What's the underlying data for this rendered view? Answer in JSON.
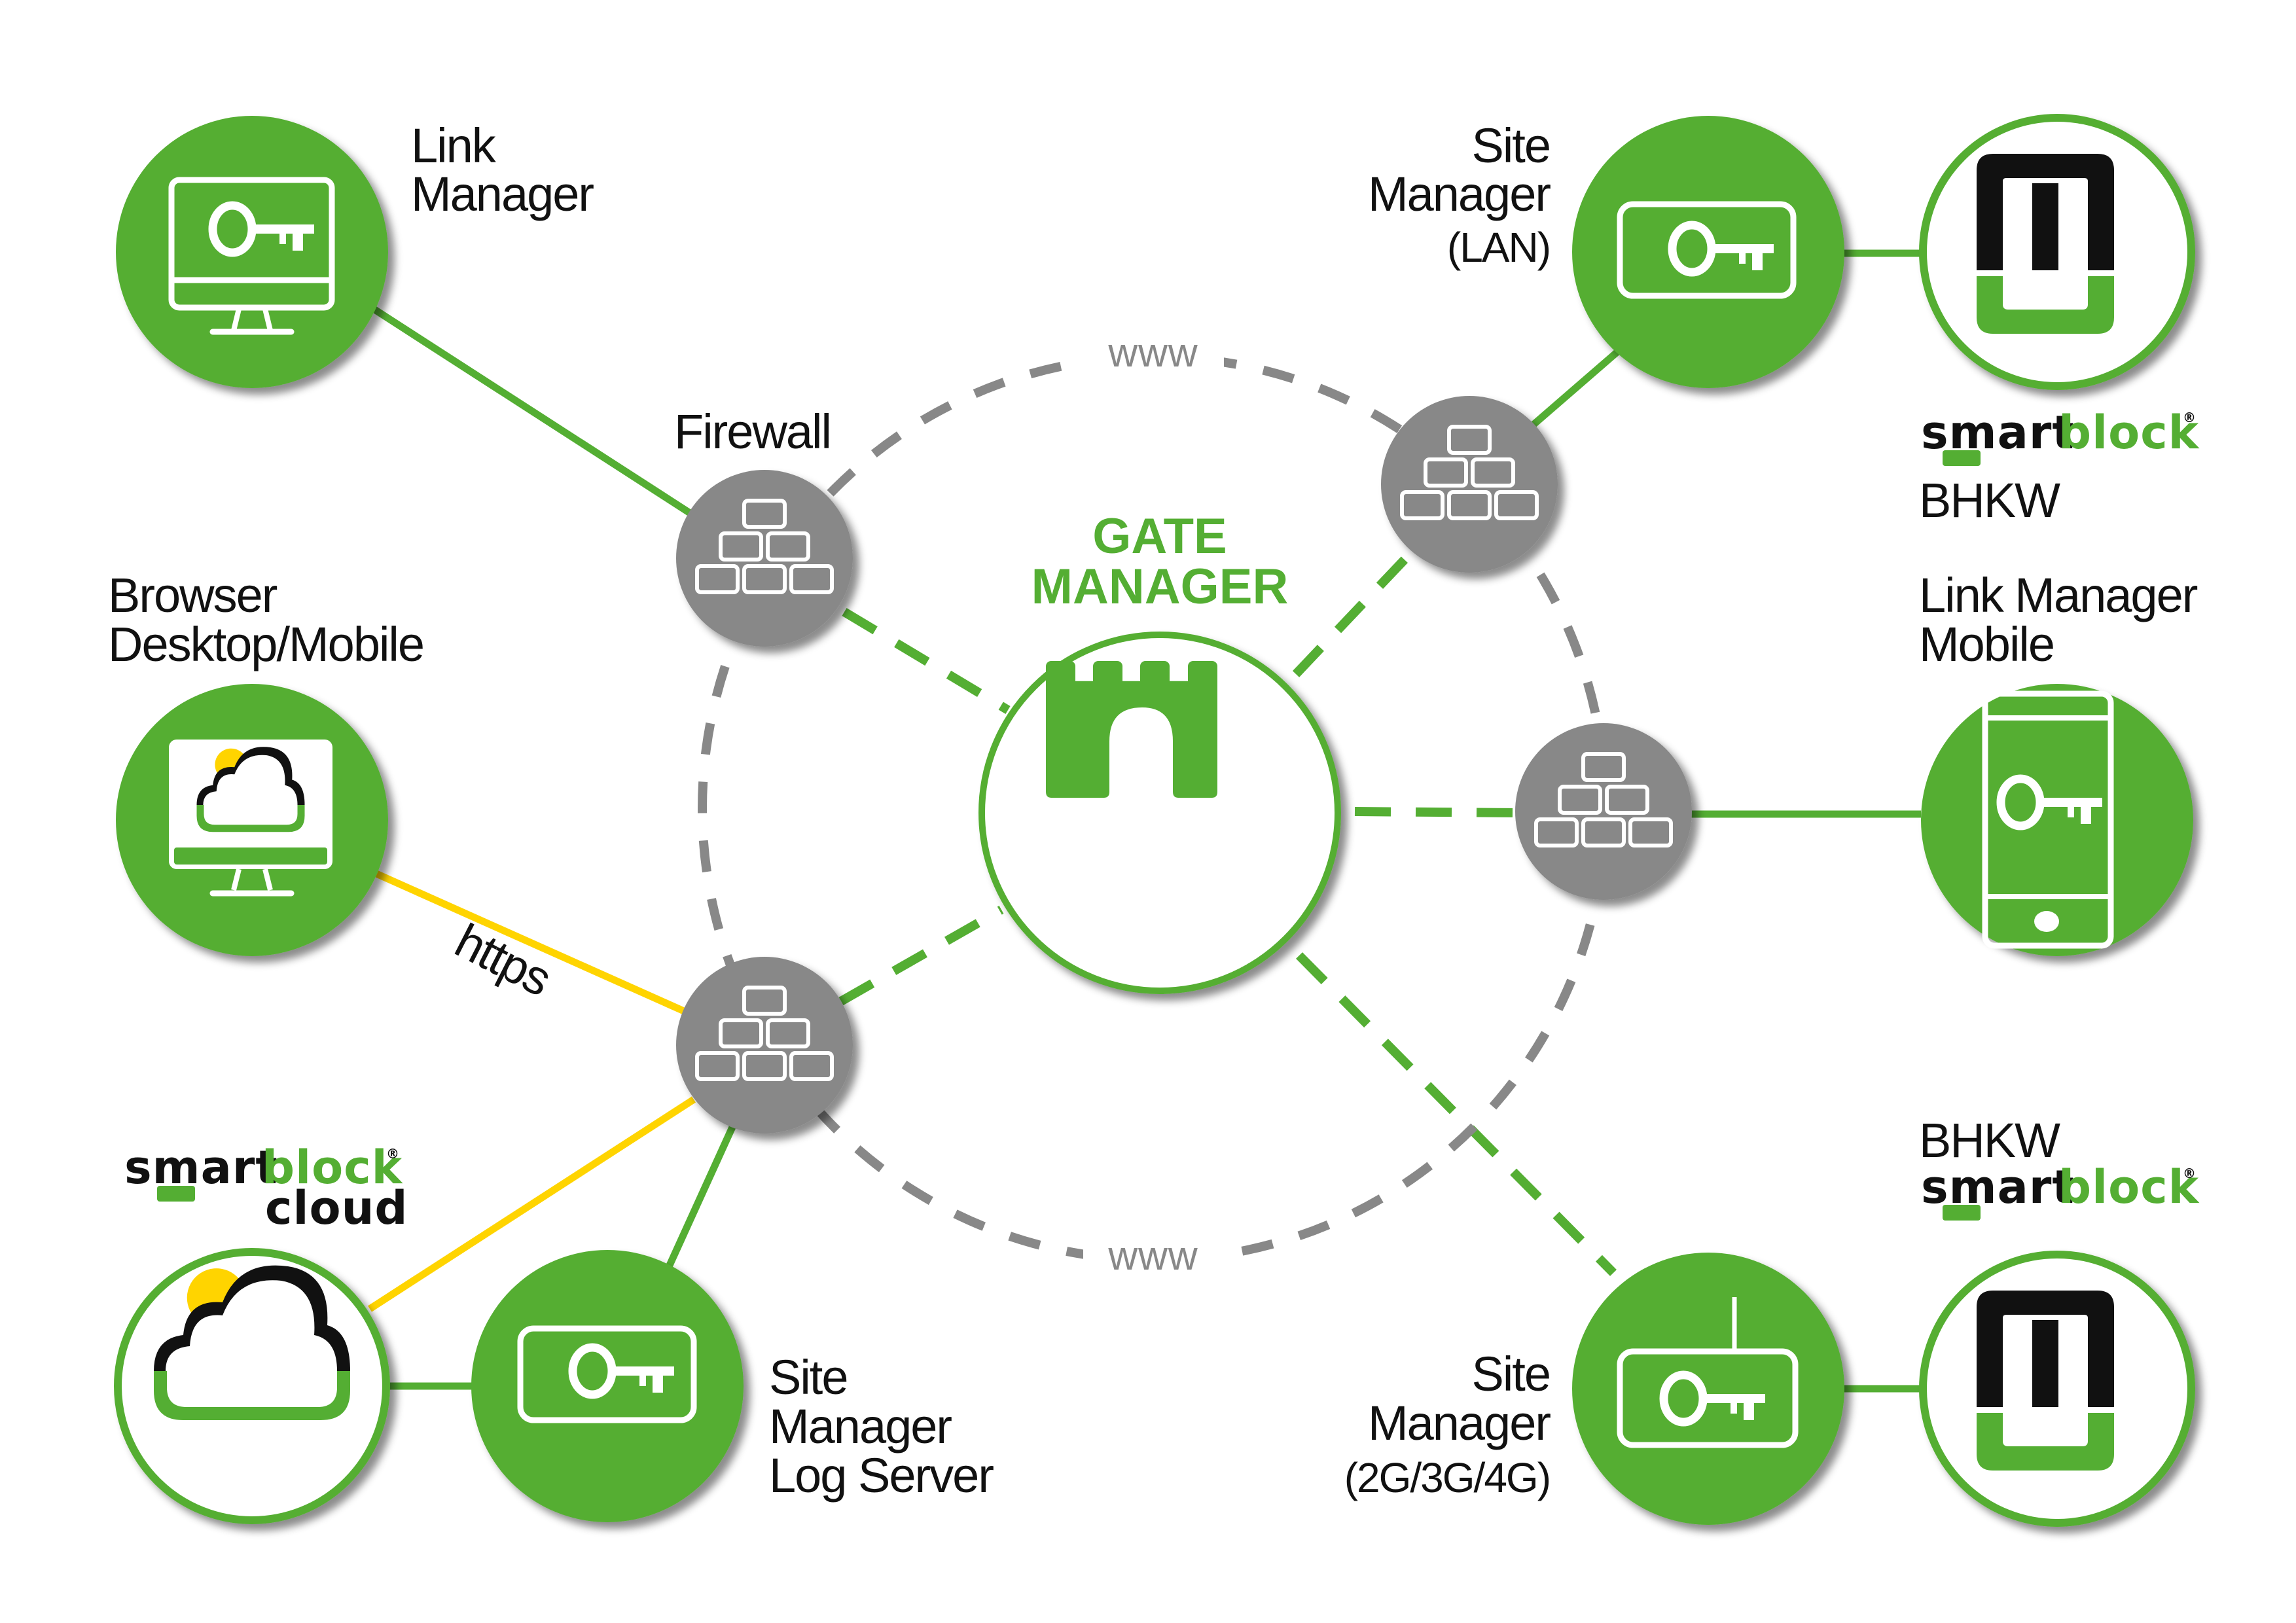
{
  "colors": {
    "brand_green": "#54ae33",
    "firewall_gray": "#888888",
    "https_yellow": "#ffd400",
    "black": "#111111",
    "white": "#ffffff"
  },
  "center": {
    "title_line1": "GATE",
    "title_line2": "MANAGER",
    "icon": "gate-castle-icon"
  },
  "internet_ring": {
    "top_label": "www",
    "bottom_label": "www"
  },
  "firewalls": [
    {
      "id": "firewall-top-left",
      "label": "Firewall",
      "icon": "firewall-bricks-icon"
    },
    {
      "id": "firewall-bottom-left",
      "label": "",
      "icon": "firewall-bricks-icon"
    },
    {
      "id": "firewall-top-right",
      "label": "",
      "icon": "firewall-bricks-icon"
    },
    {
      "id": "firewall-right",
      "label": "",
      "icon": "firewall-bricks-icon"
    }
  ],
  "nodes": {
    "link_manager": {
      "lines": [
        "Link",
        "Manager"
      ],
      "icon": "monitor-key-icon"
    },
    "browser": {
      "lines": [
        "Browser",
        "Desktop/Mobile"
      ],
      "icon": "monitor-cloud-icon"
    },
    "smartblock_cloud": {
      "brand_left": "smart",
      "brand_right": "block",
      "brand_sub": "cloud",
      "registered": "®",
      "icon": "cloud-sun-icon"
    },
    "log_server": {
      "lines": [
        "Site",
        "Manager",
        "Log Server"
      ],
      "icon": "device-key-icon"
    },
    "site_manager_lan": {
      "lines": [
        "Site",
        "Manager",
        "(LAN)"
      ],
      "icon": "device-key-icon"
    },
    "smartblock_top": {
      "brand_left": "smart",
      "brand_right": "block",
      "registered": "®",
      "sub": "BHKW",
      "icon": "smartblock-logo-icon"
    },
    "link_manager_mobile": {
      "lines": [
        "Link Manager",
        "Mobile"
      ],
      "icon": "phone-key-icon"
    },
    "site_manager_mobile": {
      "lines": [
        "Site",
        "Manager",
        "(2G/3G/4G)"
      ],
      "icon": "router-antenna-key-icon"
    },
    "smartblock_bottom": {
      "brand_left": "smart",
      "brand_right": "block",
      "registered": "®",
      "sub": "BHKW",
      "icon": "smartblock-logo-icon"
    }
  },
  "connections": {
    "https_label": "https"
  }
}
